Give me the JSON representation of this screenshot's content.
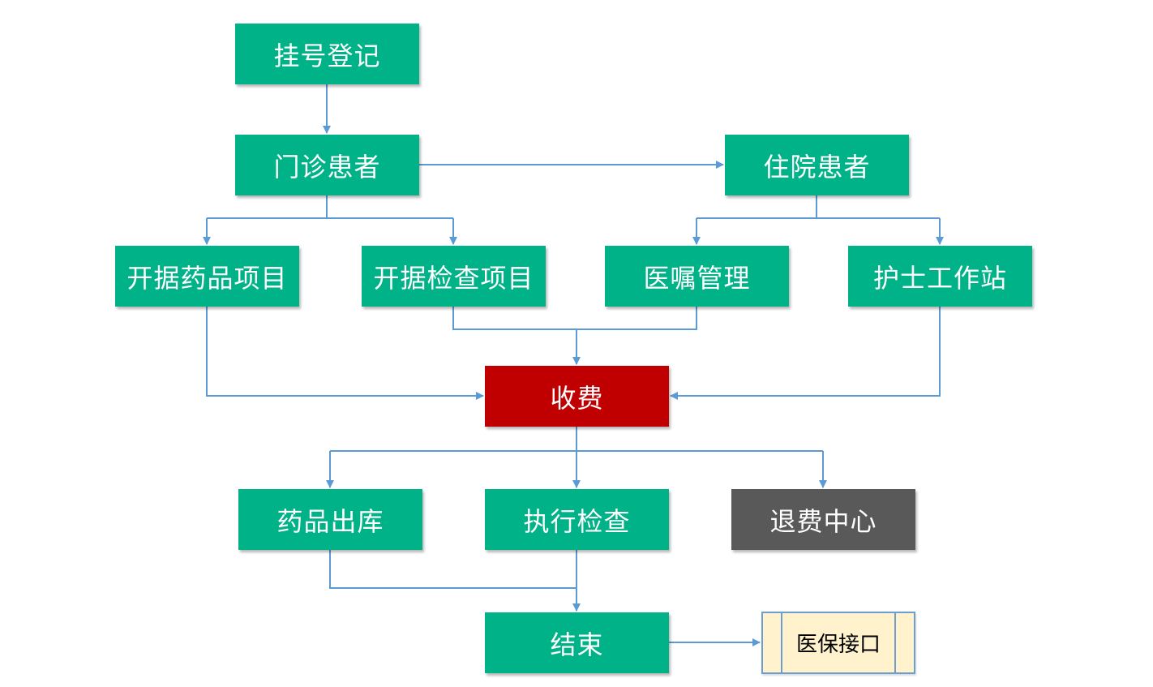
{
  "nodes": {
    "registration": "挂号登记",
    "outpatient": "门诊患者",
    "inpatient": "住院患者",
    "prescribe_drugs": "开据药品项目",
    "prescribe_exams": "开据检查项目",
    "medical_orders": "医嘱管理",
    "nurse_station": "护士工作站",
    "billing": "收费",
    "drug_dispensing": "药品出库",
    "perform_exam": "执行检查",
    "refund_center": "退费中心",
    "end": "结束",
    "insurance_interface": "医保接口"
  },
  "colors": {
    "node_green": "#00b287",
    "node_red": "#c00000",
    "node_gray": "#595959",
    "subprocess_fill": "#fff2cc",
    "connector_blue": "#5b9bd5"
  }
}
